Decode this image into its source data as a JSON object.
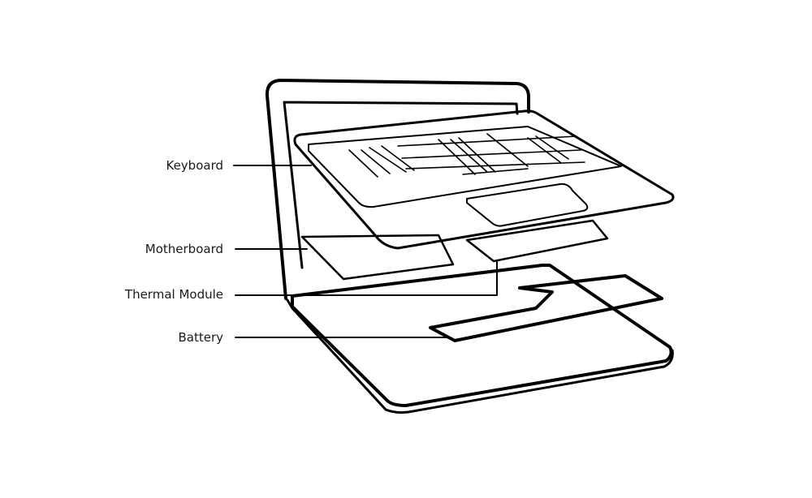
{
  "labels": {
    "keyboard": "Keyboard",
    "motherboard": "Motherboard",
    "thermal_module": "Thermal Module",
    "battery": "Battery"
  },
  "colors": {
    "stroke": "#000000",
    "background": "#ffffff",
    "text": "#1a1a1a"
  }
}
